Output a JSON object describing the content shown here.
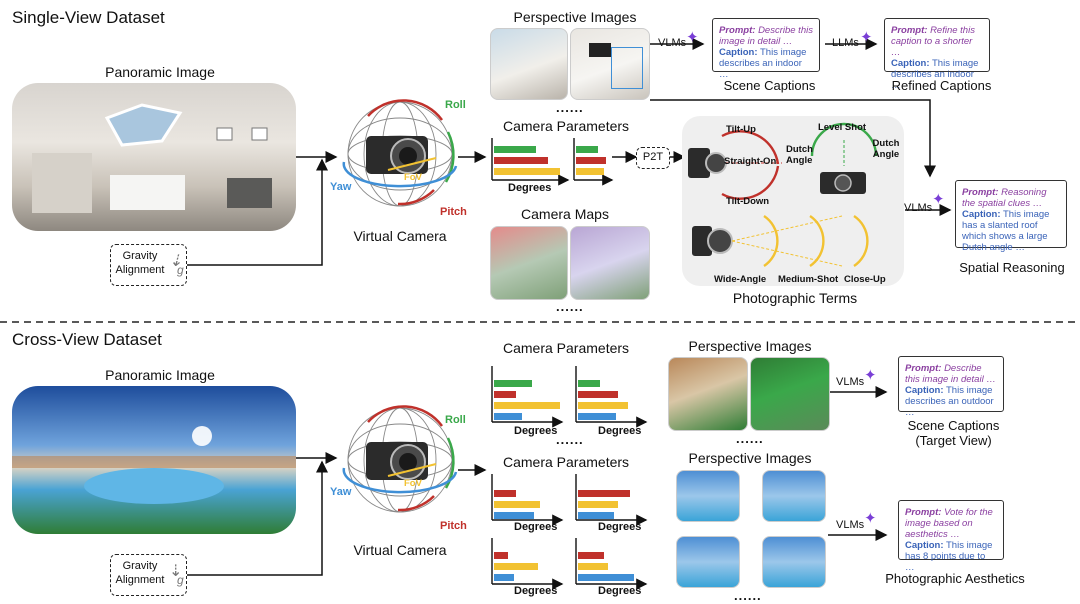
{
  "sections": {
    "single": "Single-View Dataset",
    "cross": "Cross-View Dataset"
  },
  "single": {
    "panoramic_label": "Panoramic Image",
    "gravity": {
      "line1": "Gravity",
      "line2": "Alignment",
      "symbol": "g"
    },
    "virtual_camera": "Virtual Camera",
    "camera_axes": {
      "roll": "Roll",
      "yaw": "Yaw",
      "pitch": "Pitch",
      "fov": "FoV"
    },
    "perspective_images": "Perspective Images",
    "camera_parameters": "Camera Parameters",
    "camera_maps": "Camera Maps",
    "degrees": "Degrees",
    "dots": "......",
    "vlms": "VLMs",
    "llms": "LLMs",
    "p2t": "P2T",
    "scene_captions": "Scene Captions",
    "refined_captions": "Refined Captions",
    "spatial_reasoning": "Spatial Reasoning",
    "photographic_terms": "Photographic Terms",
    "terms": {
      "tilt_up": "Tilt-Up",
      "straight_on": "Straight-On",
      "tilt_down": "Tilt-Down",
      "level_shot": "Level Shot",
      "dutch_angle": "Dutch Angle",
      "wide_angle": "Wide-Angle",
      "medium_shot": "Medium-Shot",
      "close_up": "Close-Up"
    },
    "scroll1": {
      "prompt_key": "Prompt:",
      "prompt": "Describe this image in detail …",
      "caption_key": "Caption:",
      "caption": "This image describes an indoor …"
    },
    "scroll2": {
      "prompt_key": "Prompt:",
      "prompt": "Refine this caption to a shorter …",
      "caption_key": "Caption:",
      "caption": "This image describes an indoor …"
    },
    "scroll3": {
      "prompt_key": "Prompt:",
      "prompt": "Reasoning the spatial clues …",
      "caption_key": "Caption:",
      "caption": "This image has a slanted roof which shows a large Dutch angle …"
    }
  },
  "cross": {
    "panoramic_label": "Panoramic Image",
    "gravity": {
      "line1": "Gravity",
      "line2": "Alignment",
      "symbol": "g"
    },
    "virtual_camera": "Virtual Camera",
    "camera_axes": {
      "roll": "Roll",
      "yaw": "Yaw",
      "pitch": "Pitch",
      "fov": "FoV"
    },
    "camera_parameters_1": "Camera Parameters",
    "camera_parameters_2": "Camera Parameters",
    "perspective_images_1": "Perspective Images",
    "perspective_images_2": "Perspective Images",
    "degrees": "Degrees",
    "dots": "......",
    "vlms": "VLMs",
    "scene_captions": "Scene Captions",
    "target_view": "(Target View)",
    "photographic_aesthetics": "Photographic Aesthetics",
    "scroll1": {
      "prompt_key": "Prompt:",
      "prompt": "Describe this image in detail …",
      "caption_key": "Caption:",
      "caption": "This image describes an outdoor …"
    },
    "scroll2": {
      "prompt_key": "Prompt:",
      "prompt": "Vote for the image based on aesthetics …",
      "caption_key": "Caption:",
      "caption": "This image has 8 points due to …"
    }
  },
  "colors": {
    "green": "#3aa84a",
    "red": "#c0312b",
    "yellow": "#f2c232",
    "blue": "#3f8fd6",
    "purple": "#8a3fa0",
    "caption_blue": "#3a63b8"
  },
  "icons": [
    "vlm-logo-icon",
    "camera-icon",
    "scroll-icon",
    "gravity-plumb-icon"
  ]
}
